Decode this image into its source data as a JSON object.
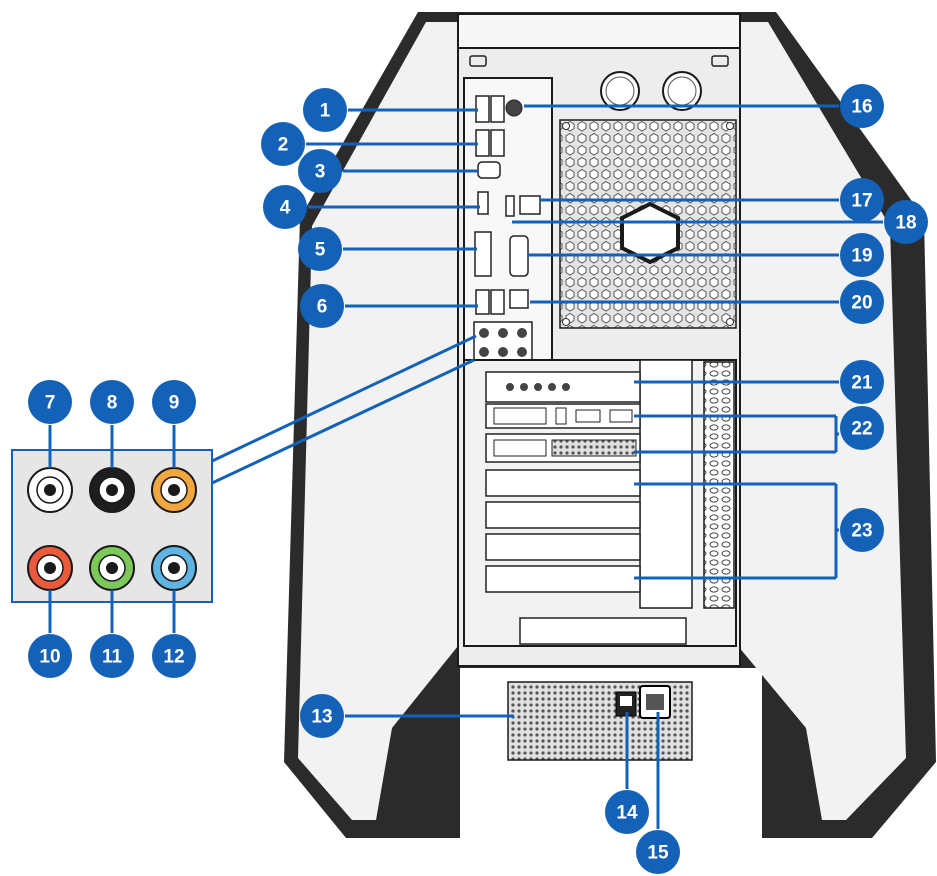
{
  "figure": {
    "colors": {
      "badge": "#1462b8",
      "leader": "#1462b8",
      "outline": "#1a1a1a",
      "case_face": "#ececec",
      "audio_panel": "#e6e6e6"
    },
    "callouts": [
      {
        "id": "1"
      },
      {
        "id": "2"
      },
      {
        "id": "3"
      },
      {
        "id": "4"
      },
      {
        "id": "5"
      },
      {
        "id": "6"
      },
      {
        "id": "7"
      },
      {
        "id": "8"
      },
      {
        "id": "9"
      },
      {
        "id": "10"
      },
      {
        "id": "11"
      },
      {
        "id": "12"
      },
      {
        "id": "13"
      },
      {
        "id": "14"
      },
      {
        "id": "15"
      },
      {
        "id": "16"
      },
      {
        "id": "17"
      },
      {
        "id": "18"
      },
      {
        "id": "19"
      },
      {
        "id": "20"
      },
      {
        "id": "21"
      },
      {
        "id": "22"
      },
      {
        "id": "23"
      }
    ],
    "audio_jacks": [
      {
        "color": "#ffffff"
      },
      {
        "color": "#1e1e1e"
      },
      {
        "color": "#f2a640"
      },
      {
        "color": "#ea5a3c"
      },
      {
        "color": "#7dc85a"
      },
      {
        "color": "#5fb4e2"
      }
    ]
  }
}
